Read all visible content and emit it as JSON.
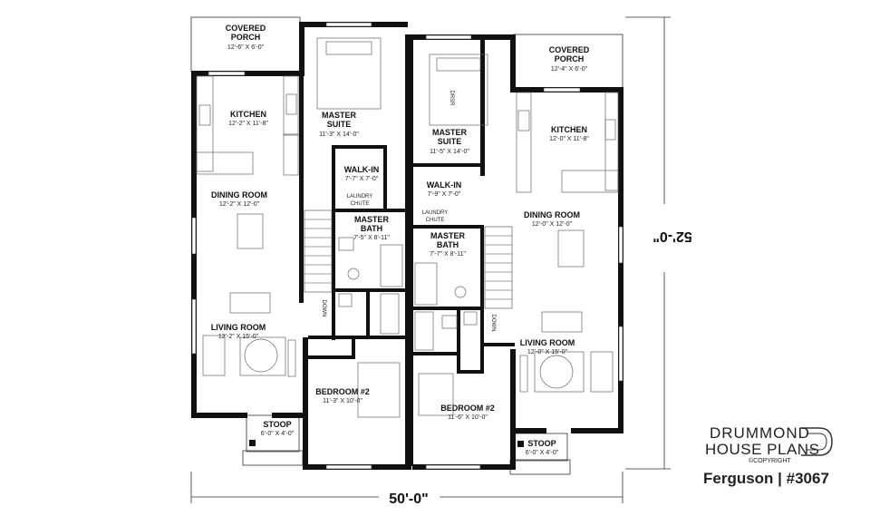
{
  "rooms": {
    "covered_porch_left": {
      "name_1": "COVERED",
      "name_2": "PORCH",
      "dim": "12'-6\" X 6'-0\""
    },
    "kitchen_left": {
      "name": "KITCHEN",
      "dim": "12'-2\" X 11'-8\""
    },
    "master_suite_left": {
      "name_1": "MASTER",
      "name_2": "SUITE",
      "dim": "11'-3\" X 14'-0\""
    },
    "walkin_left": {
      "name": "WALK-IN",
      "dim": "7'-7\" X 7'-0\""
    },
    "laundry_left": {
      "name_1": "LAUNDRY",
      "name_2": "CHUTE"
    },
    "master_bath_left": {
      "name_1": "MASTER",
      "name_2": "BATH",
      "dim": "7'-5\" X 8'-11\""
    },
    "dining_left": {
      "name": "DINING ROOM",
      "dim": "12'-2\" X 12'-0\""
    },
    "living_left": {
      "name": "LIVING ROOM",
      "dim": "12'-2\" X 15'-0\""
    },
    "bedroom2_left": {
      "name": "BEDROOM #2",
      "dim": "11'-3\" X 10'-0\""
    },
    "stoop_left": {
      "name": "STOOP",
      "dim": "6'-0\" X 4'-0\""
    },
    "covered_porch_right": {
      "name_1": "COVERED",
      "name_2": "PORCH",
      "dim": "12'-4\" X 6'-0\""
    },
    "master_suite_right": {
      "name_1": "MASTER",
      "name_2": "SUITE",
      "dim": "11'-5\" X 14'-0\""
    },
    "kitchen_right": {
      "name": "KITCHEN",
      "dim": "12'-0\" X 11'-8\""
    },
    "walkin_right": {
      "name": "WALK-IN",
      "dim": "7'-9\" X 7'-0\""
    },
    "laundry_right": {
      "name_1": "LAUNDRY",
      "name_2": "CHUTE"
    },
    "master_bath_right": {
      "name_1": "MASTER",
      "name_2": "BATH",
      "dim": "7'-7\" X 8'-11\""
    },
    "dining_right": {
      "name": "DINING ROOM",
      "dim": "12'-0\" X 12'-0\""
    },
    "living_right": {
      "name": "LIVING ROOM",
      "dim": "12'-0\" X 15'-0\""
    },
    "bedroom2_right": {
      "name": "BEDROOM #2",
      "dim": "11'-6\" X 10'-0\""
    },
    "stoop_right": {
      "name": "STOOP",
      "dim": "6'-0\" X 4'-0\""
    }
  },
  "labels": {
    "down": "DOWN",
    "dresser": "DRSR"
  },
  "dimensions": {
    "width": "50'-0\"",
    "depth": "52'-0\""
  },
  "branding": {
    "line_1": "DRUMMOND",
    "line_2": "HOUSE PLANS",
    "copyright": "©COPYRIGHT",
    "plan_name": "Ferguson | #3067"
  }
}
